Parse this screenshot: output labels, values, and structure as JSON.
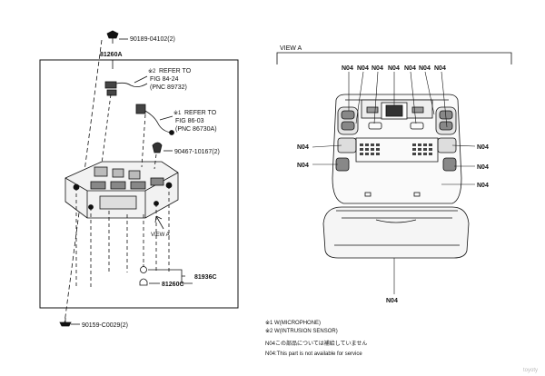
{
  "left_panel": {
    "top_part": "90189-04102(2)",
    "assembly": "81260A",
    "ref1": {
      "mark": "※2",
      "line1": "REFER TO",
      "line2": "FIG 84-24",
      "line3": "(PNC 89732)"
    },
    "ref2": {
      "mark": "※1",
      "line1": "REFER TO",
      "line2": "FIG 86-03",
      "line3": "(PNC 86730A)"
    },
    "clip": "90467-10167(2)",
    "view_label": "VIEW A",
    "bulb_group": "81936C",
    "lens": "81260C",
    "bottom_part": "90159-C0029(2)"
  },
  "right_panel": {
    "view_title": "VIEW A",
    "top_labels": [
      "N04",
      "N04",
      "N04",
      "N04",
      "N04",
      "N04",
      "N04"
    ],
    "left_labels": [
      "N04",
      "N04"
    ],
    "right_labels": [
      "N04",
      "N04",
      "N04"
    ],
    "bottom_label": "N04"
  },
  "notes": {
    "line1": "※1 W(MICROPHONE)",
    "line2": "※2 W(INTRUSION SENSOR)",
    "line3": "N04この部品については補給していません",
    "line4": "N04:This part is not available for service"
  },
  "watermark": "toyoty"
}
